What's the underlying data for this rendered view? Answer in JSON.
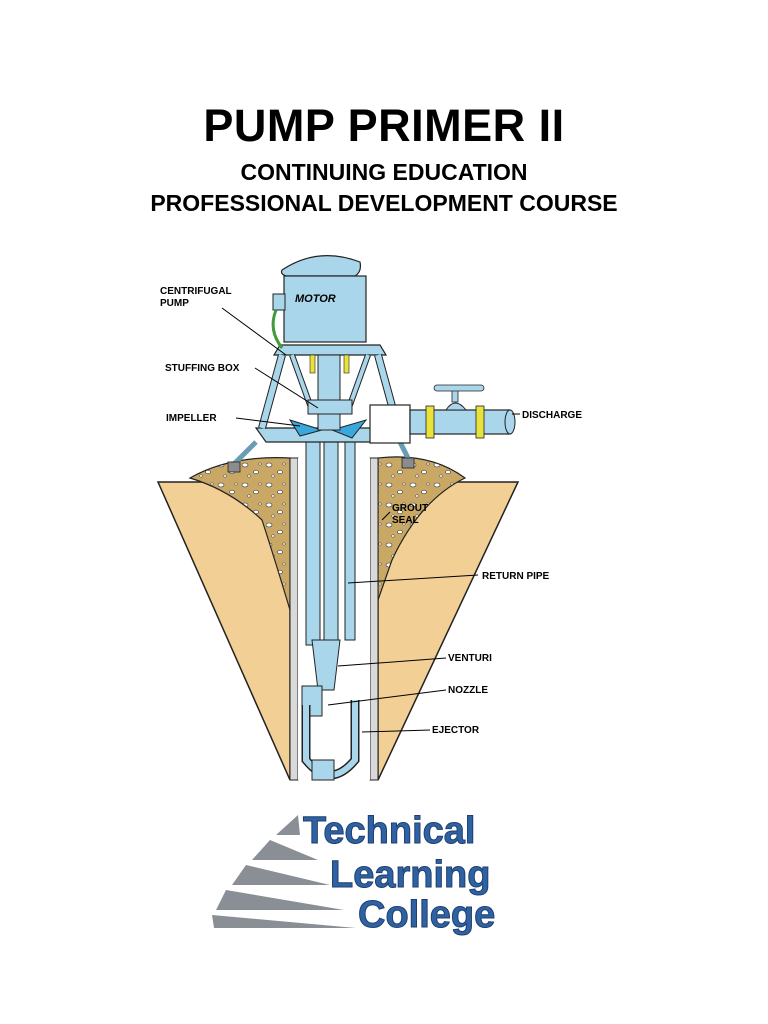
{
  "title": "PUMP PRIMER II",
  "subtitle_line1": "CONTINUING EDUCATION",
  "subtitle_line2": "PROFESSIONAL DEVELOPMENT COURSE",
  "diagram": {
    "motor_label": "MOTOR",
    "labels": {
      "centrifugal_pump_1": "CENTRIFUGAL",
      "centrifugal_pump_2": "PUMP",
      "stuffing_box": "STUFFING BOX",
      "impeller": "IMPELLER",
      "discharge": "DISCHARGE",
      "grout_seal_1": "GROUT",
      "grout_seal_2": "SEAL",
      "return_pipe": "RETURN PIPE",
      "venturi": "VENTURI",
      "nozzle": "NOZZLE",
      "ejector": "EJECTOR"
    }
  },
  "logo": {
    "line1": "Technical",
    "line2": "Learning",
    "line3": "College"
  },
  "colors": {
    "pipe_blue": "#a9d6ea",
    "impeller_blue": "#3aa7dd",
    "soil": "#f2cf95",
    "grout": "#c9a765",
    "yellow": "#e8e23a",
    "logo_blue": "#2f62a3",
    "logo_gray": "#8a8f96"
  }
}
